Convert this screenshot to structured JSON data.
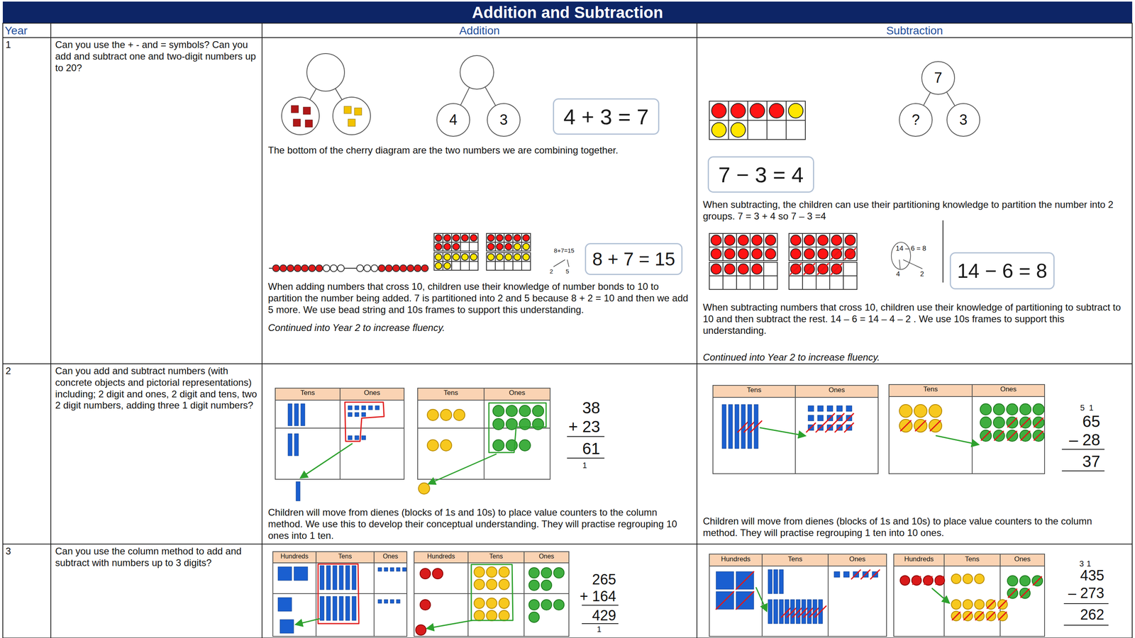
{
  "diagram": {
    "title": "Addition and Subtraction",
    "nodes": [
      {
        "text": [
          "4"
        ]
      },
      {
        "text": [
          "3"
        ]
      },
      {
        "text": [
          "4 + 3 = 7"
        ]
      },
      {
        "text": [
          "7"
        ]
      },
      {
        "text": [
          "?"
        ]
      },
      {
        "text": [
          "3"
        ]
      },
      {
        "text": [
          "7 − 3 = 4"
        ]
      },
      {
        "text": [
          "8 + 7 = 15"
        ]
      },
      {
        "text": [
          "14 − 6 = 8"
        ]
      }
    ],
    "edges": [
      {
        "from": 3,
        "to": 4,
        "arrow": "none"
      },
      {
        "from": 3,
        "to": 5,
        "arrow": "none"
      }
    ],
    "labels": [
      "Year",
      "Addition",
      "Subtraction",
      "1",
      "Can you use the + - and = symbols? Can you add and subtract one and two-digit numbers up to 20?",
      "The bottom of the cherry diagram are the two numbers we are combining together.",
      "8+7=15",
      "2",
      "5",
      "When adding numbers that cross 10, children use their knowledge of number bonds to 10 to partition the number being added. 7 is partitioned into 2 and 5 because 8 + 2 = 10 and then we add 5 more. We use bead string and 10s frames to support this understanding.",
      "Continued into Year 2 to increase fluency.",
      "When subtracting, the children can use their partitioning knowledge to partition the number into 2 groups. 7 = 3 + 4 so 7 – 3 =4",
      "14 – 6 = 8",
      "4",
      "2",
      "When subtracting numbers that cross 10, children use their knowledge of partitioning to subtract to 10 and then subtract the rest. 14 – 6 = 14 – 4 – 2 . We use 10s frames to support this understanding.",
      "Continued into Year 2 to increase fluency.",
      "2",
      "Can you add and subtract numbers (with concrete objects and pictorial representations) including; 2 digit and ones, 2 digit and tens, two 2 digit numbers, adding three 1 digit numbers?",
      "Tens",
      "Ones",
      "Tens",
      "Ones",
      "38",
      "+ 23",
      "61",
      "1",
      "Children will move from dienes (blocks of 1s and 10s) to place value counters to the column method. We use this to develop their conceptual understanding. They will practise regrouping 10 ones into 1 ten.",
      "Tens",
      "Ones",
      "Tens",
      "Ones",
      "5",
      "1",
      "65",
      "– 28",
      "37",
      "Children will move from dienes (blocks of 1s and 10s) to place value counters to the column method. They will practise regrouping 1 ten into 10 ones.",
      "3",
      "Can you use the column method to add and subtract with numbers up to 3 digits?",
      "Hundreds",
      "Tens",
      "Ones",
      "Hundreds",
      "Tens",
      "Ones",
      "265",
      "+ 164",
      "429",
      "1",
      "Hundreds",
      "Tens",
      "Ones",
      "Hundreds",
      "Tens",
      "Ones",
      "3",
      "1",
      "435",
      "– 273",
      "262"
    ]
  }
}
